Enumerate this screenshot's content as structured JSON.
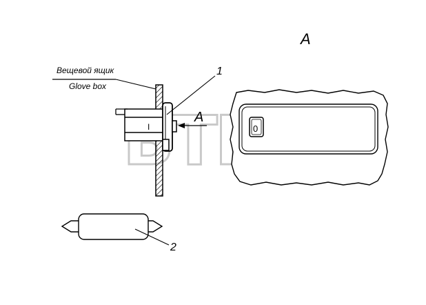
{
  "view_label": "A",
  "arrow_label": "A",
  "callouts": {
    "lamp_assembly": "1",
    "bulb": "2"
  },
  "labels": {
    "ru": "Вещевой ящик",
    "en": "Glove box"
  },
  "switch_symbols": {
    "side_view": "I",
    "front_view": "0"
  },
  "watermark": {
    "text": "BTM",
    "registered": "®"
  }
}
